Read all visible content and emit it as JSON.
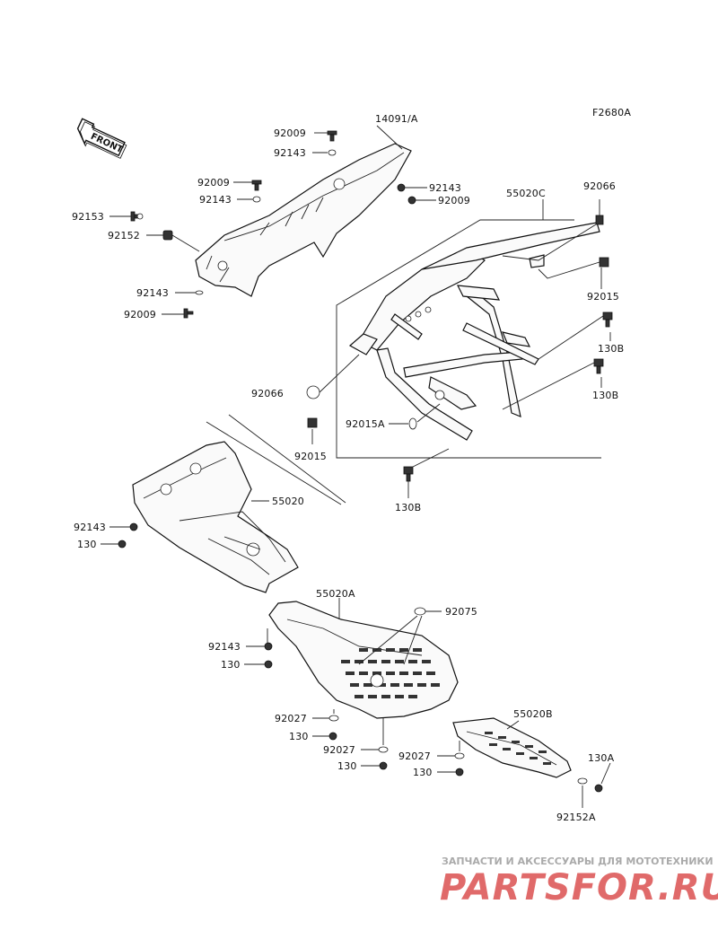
{
  "figure_code": "F2680A",
  "front_arrow_label": "FRONT",
  "labels": {
    "p14091A": "14091/A",
    "p55020C": "55020C",
    "p92066_tr": "92066",
    "p92009_a": "92009",
    "p92143_a": "92143",
    "p92009_b": "92009",
    "p92143_b": "92143",
    "p92153": "92153",
    "p92152": "92152",
    "p92143_c": "92143",
    "p92009_c": "92009",
    "p92143_d": "92143",
    "p92009_d": "92009",
    "p92015_r": "92015",
    "p130B_1": "130B",
    "p130B_2": "130B",
    "p92066_l": "92066",
    "p92015A": "92015A",
    "p92015_l": "92015",
    "p130B_3": "130B",
    "p55020": "55020",
    "p92143_e": "92143",
    "p130_a": "130",
    "p55020A": "55020A",
    "p92075": "92075",
    "p92143_f": "92143",
    "p130_b": "130",
    "p92027_a": "92027",
    "p130_c": "130",
    "p92027_b": "92027",
    "p130_d": "130",
    "p55020B": "55020B",
    "p92027_c": "92027",
    "p130_e": "130",
    "p130A": "130A",
    "p92152A": "92152A"
  },
  "watermark": {
    "caption": "ЗАПЧАСТИ И АКСЕССУАРЫ ДЛЯ МОТОТЕХНИКИ",
    "brand": "PARTSFOR.RU"
  }
}
